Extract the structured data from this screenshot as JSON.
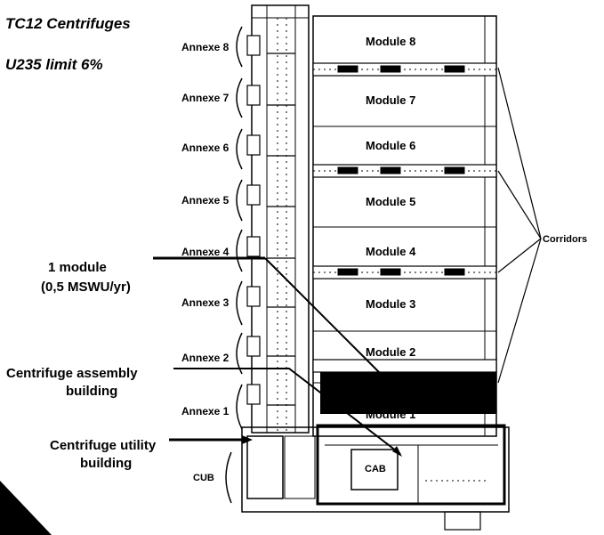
{
  "title": "TC12  Centrifuges",
  "subtitle": "U235 limit  6%",
  "modules": [
    "Module 8",
    "Module 7",
    "Module 6",
    "Module 5",
    "Module 4",
    "Module 3",
    "Module 2",
    "Module 1"
  ],
  "annexes": [
    "Annexe 8",
    "Annexe 7",
    "Annexe 6",
    "Annexe 5",
    "Annexe 4",
    "Annexe 3",
    "Annexe 2",
    "Annexe 1"
  ],
  "cub_label": "CUB",
  "cab_label": "CAB",
  "corridors_label": "Corridors",
  "callouts": {
    "module_line1": "1 module",
    "module_line2": "(0,5 MSWU/yr)",
    "assembly_line1": "Centrifuge assembly",
    "assembly_line2": "building",
    "utility_line1": "Centrifuge utility",
    "utility_line2": "building"
  },
  "colors": {
    "ink": "#000000",
    "paper": "#ffffff",
    "highlight": "#000000"
  }
}
